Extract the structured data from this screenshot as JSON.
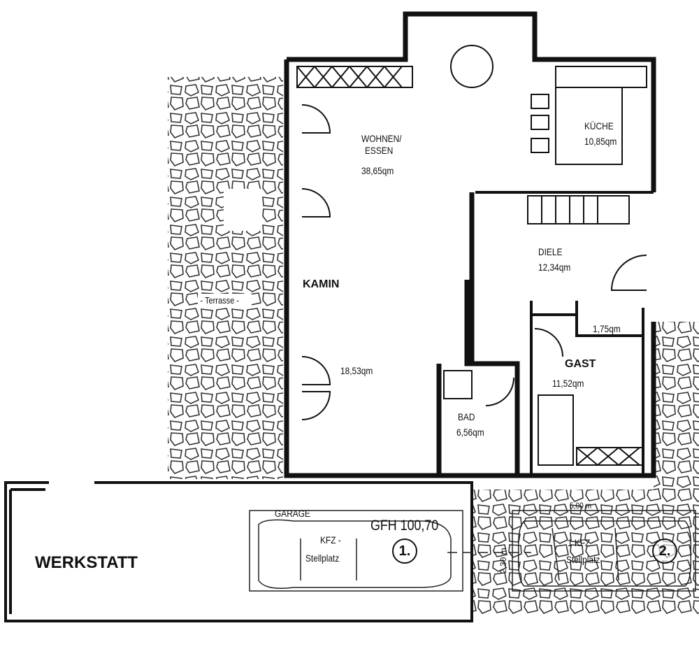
{
  "rooms": {
    "wohnen": {
      "name": "WOHNEN/",
      "name2": "ESSEN",
      "area": "38,65qm"
    },
    "kueche": {
      "name": "KÜCHE",
      "area": "10,85qm"
    },
    "diele": {
      "name": "DIELE",
      "area": "12,34qm"
    },
    "kamin": {
      "name": "KAMIN",
      "area": "18,53qm"
    },
    "wc": {
      "area": "1,75qm"
    },
    "gast": {
      "name": "GAST",
      "area": "11,52qm"
    },
    "bad": {
      "name": "BAD",
      "area": "6,56qm"
    },
    "terrasse": {
      "name": "- Terrasse -"
    },
    "werkstatt": {
      "name": "WERKSTATT"
    }
  },
  "garage": {
    "label": "GARAGE",
    "height_mark": "GFH 100,70",
    "spot1": {
      "number": "1.",
      "line1": "KFZ -",
      "line2": "Stellplatz"
    },
    "spot2": {
      "number": "2.",
      "line1": "1 KFZ",
      "line2": "Stellplatz"
    },
    "dim_length": "5,00 m",
    "dim_width": "2,30 m"
  }
}
